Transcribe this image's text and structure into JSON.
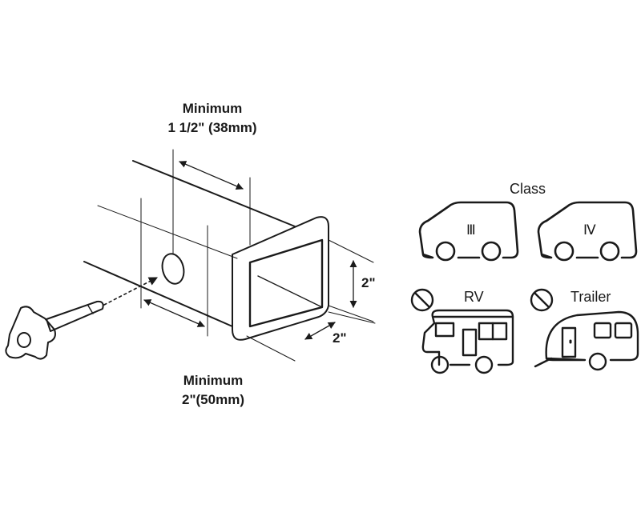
{
  "diagram": {
    "top_label": {
      "line1": "Minimum",
      "line2": "1 1/2\" (38mm)"
    },
    "bottom_label": {
      "line1": "Minimum",
      "line2": "2\"(50mm)"
    },
    "height_dim": "2\"",
    "width_dim": "2\""
  },
  "compatibility": {
    "heading": "Class",
    "class_3": "Ⅲ",
    "class_4": "Ⅳ",
    "rv": "RV",
    "trailer": "Trailer"
  },
  "colors": {
    "stroke": "#1a1a1a",
    "background": "#ffffff"
  }
}
